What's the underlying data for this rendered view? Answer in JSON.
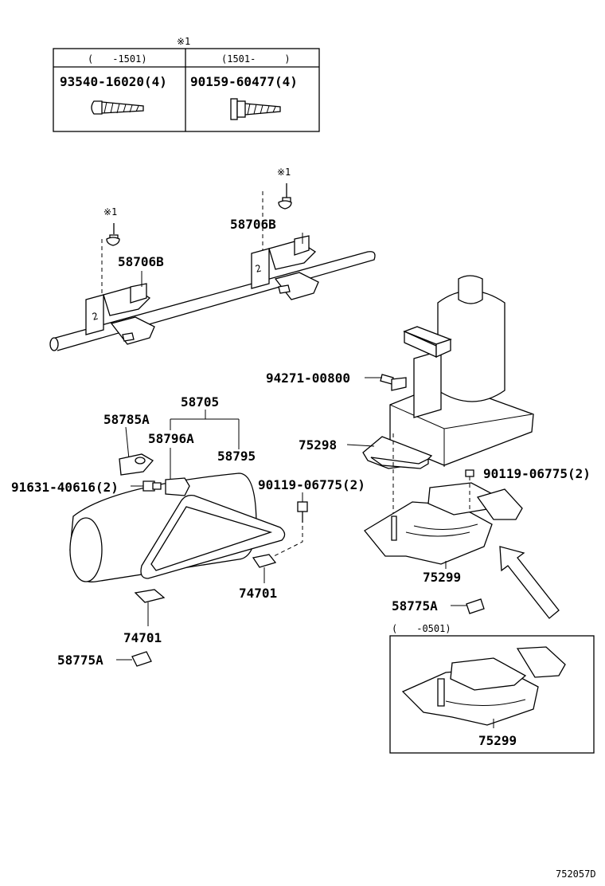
{
  "note_marker": "※1",
  "note_table": {
    "col1_range": "(　　-1501)",
    "col2_range": "(1501-　　　)",
    "col1_part": "93540-16020(4)",
    "col2_part": "90159-60477(4)"
  },
  "labels": {
    "p58706b_left": "58706B",
    "p58706b_right": "58706B",
    "p94271": "94271-00800",
    "p58705": "58705",
    "p58785a": "58785A",
    "p58796a": "58796A",
    "p58795": "58795",
    "p75298": "75298",
    "p90119_right": "90119-06775(2)",
    "p91631": "91631-40616(2)",
    "p90119_mid": "90119-06775(2)",
    "p75299_main": "75299",
    "p74701_right": "74701",
    "p58775a_right": "58775A",
    "p74701_left": "74701",
    "p58775a_left": "58775A",
    "inset_range": "(　　-0501)",
    "p75299_inset": "75299"
  },
  "figure_code": "752057D"
}
